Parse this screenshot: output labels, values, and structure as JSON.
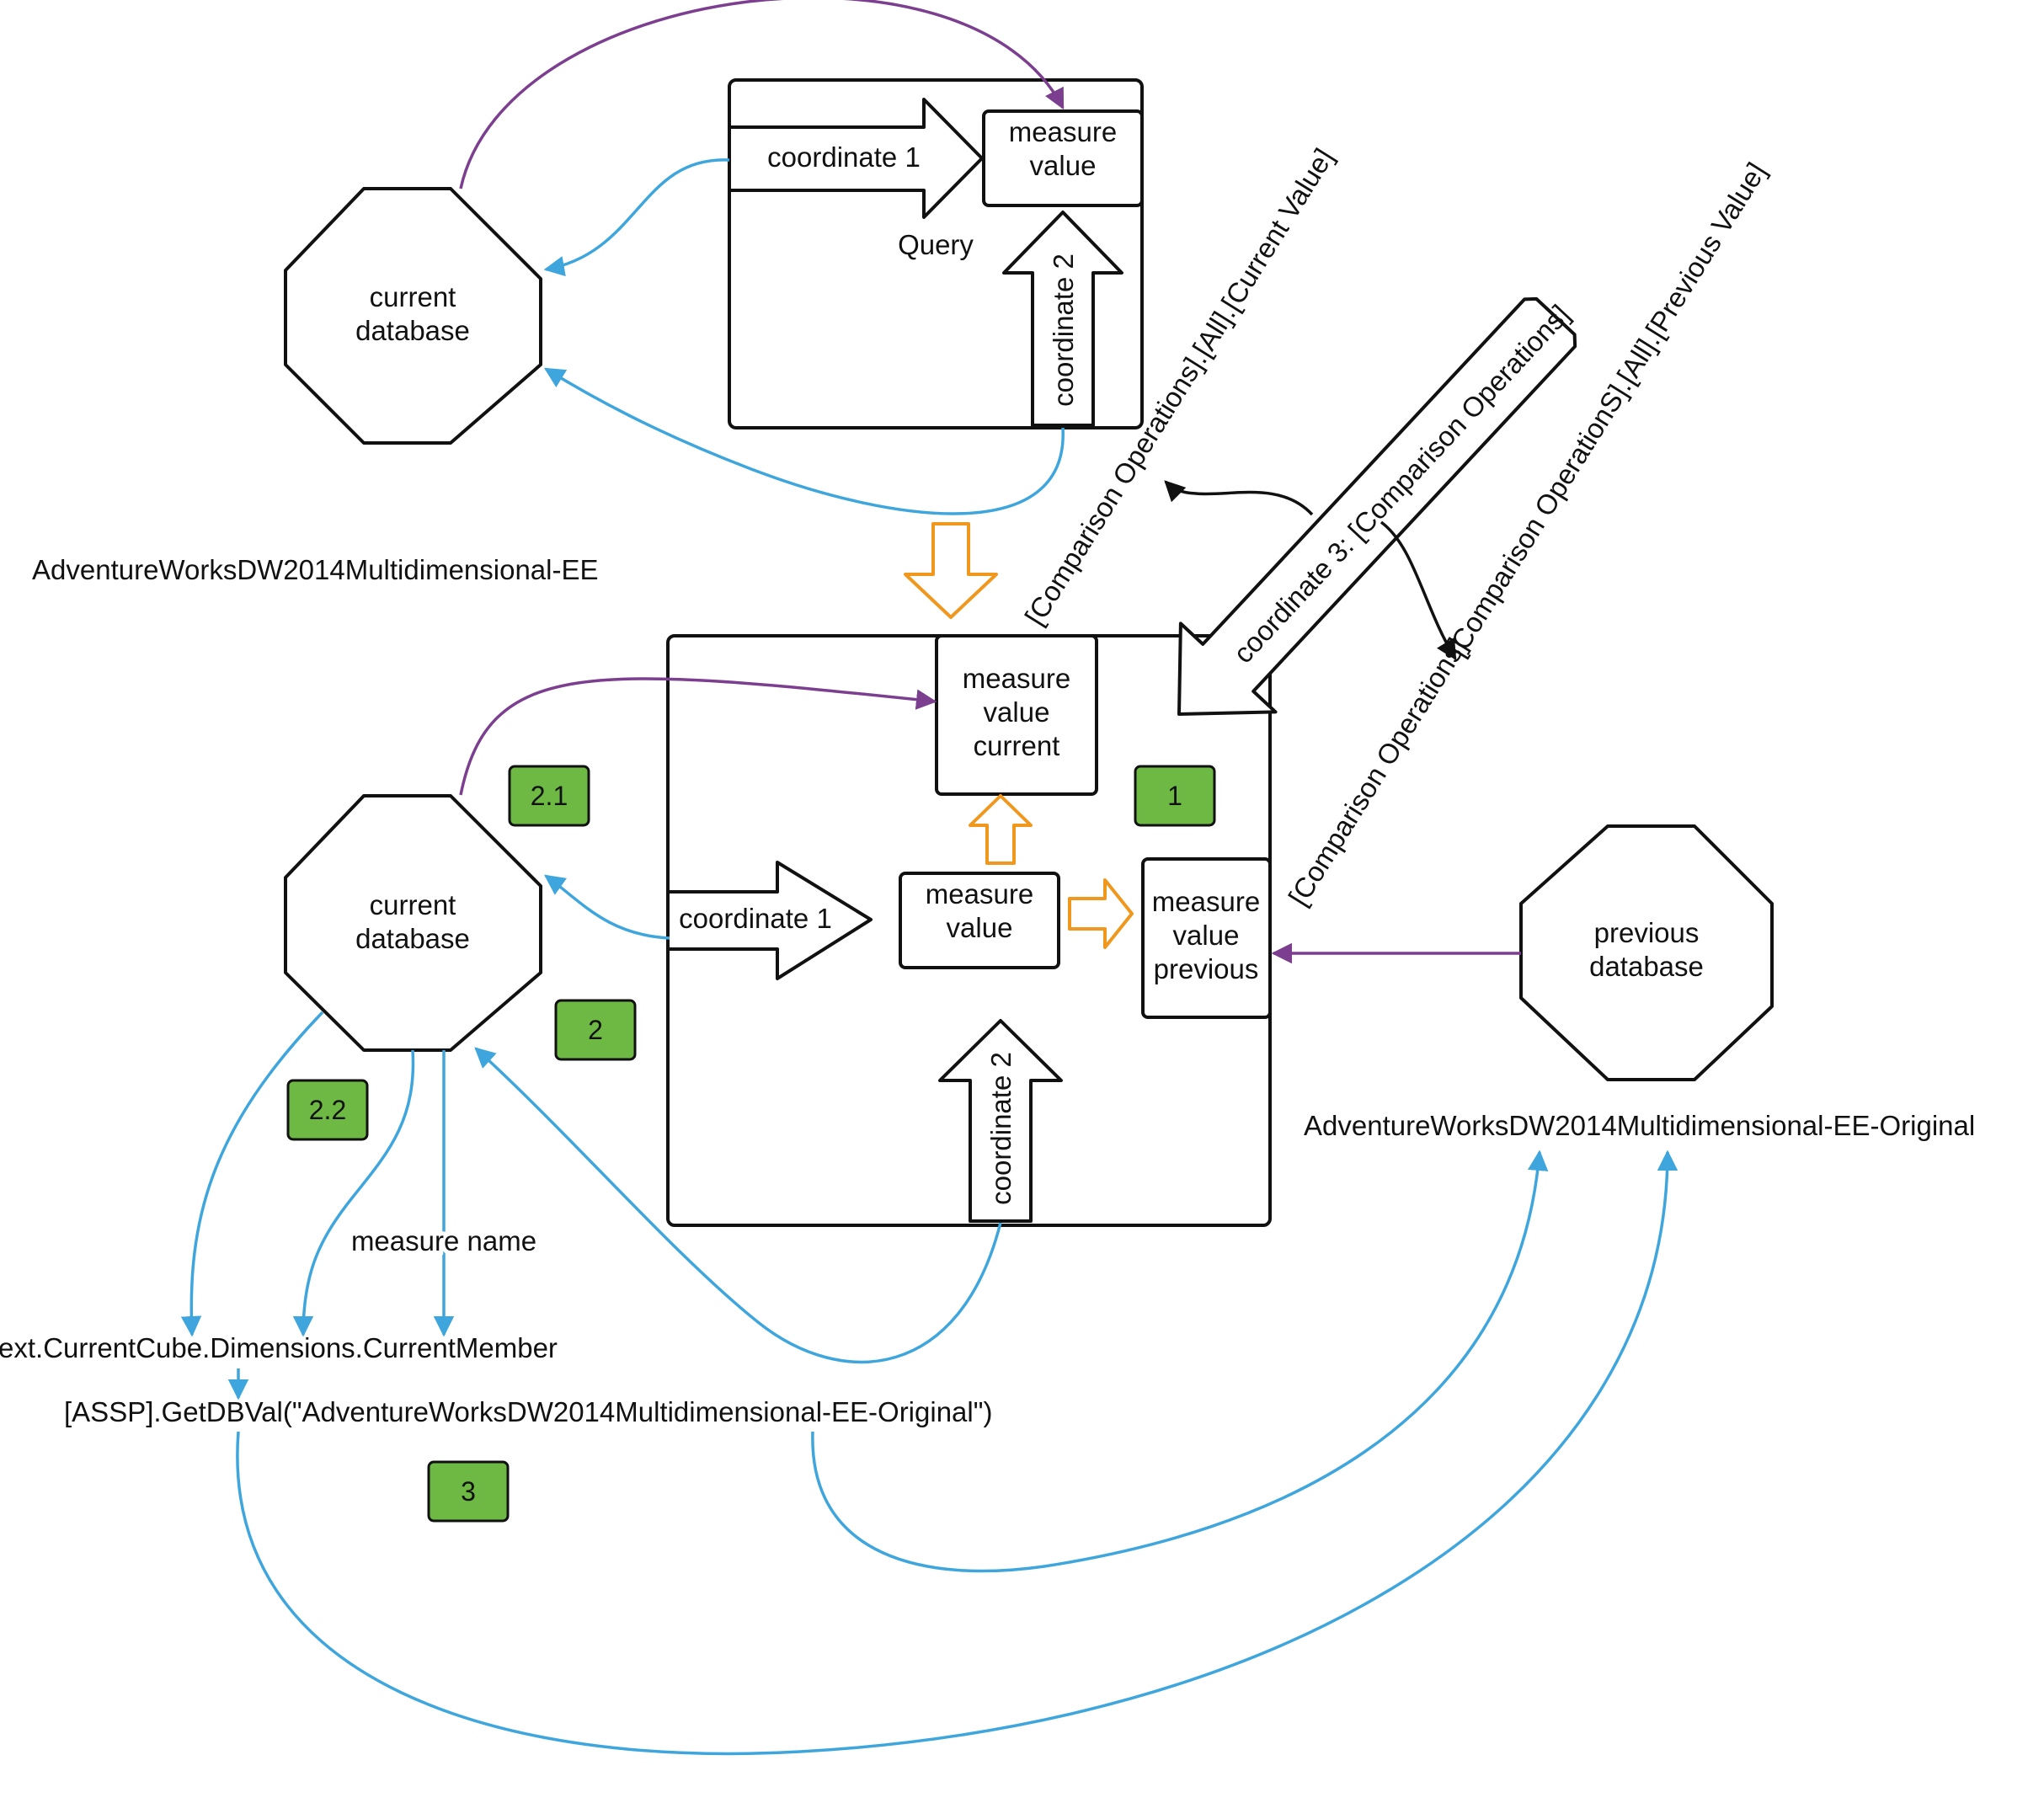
{
  "top_box": {
    "coordinate1": "coordinate 1",
    "coordinate2": "coordinate 2",
    "measure_value": [
      "measure",
      "value"
    ],
    "query": "Query"
  },
  "top_db": [
    "current",
    "database"
  ],
  "top_db_name": "AdventureWorksDW2014Multidimensional-EE",
  "main_box": {
    "coordinate1": "coordinate 1",
    "coordinate2": "coordinate 2",
    "measure_value": [
      "measure",
      "value"
    ],
    "measure_value_current": [
      "measure",
      "value",
      "current"
    ],
    "measure_value_previous": [
      "measure",
      "value",
      "previous"
    ]
  },
  "coordinate3": "coordinate 3: [Comparison Operations]",
  "current_value_label": "[Comparison Operations].[All].[Current Value]",
  "previous_value_label": "[Comparison OperationS].[All].[Previous Value]",
  "comparison_label": "[Comparison Operations]",
  "main_db": [
    "current",
    "database"
  ],
  "previous_db": [
    "previous",
    "database"
  ],
  "previous_db_name": "AdventureWorksDW2014Multidimensional-EE-Original",
  "measure_name": "measure name",
  "current_member_text": "ext.CurrentCube.Dimensions.CurrentMember",
  "getdbval_text": "[ASSP].GetDBVal(\"AdventureWorksDW2014Multidimensional-EE-Original\")",
  "badges": [
    "1",
    "2",
    "2.1",
    "2.2",
    "3"
  ],
  "colors": {
    "flow_blue": "#3fa6dd",
    "link_purple": "#7c3f8f",
    "transform_orange": "#f0971e",
    "badge_green": "#6db944"
  }
}
